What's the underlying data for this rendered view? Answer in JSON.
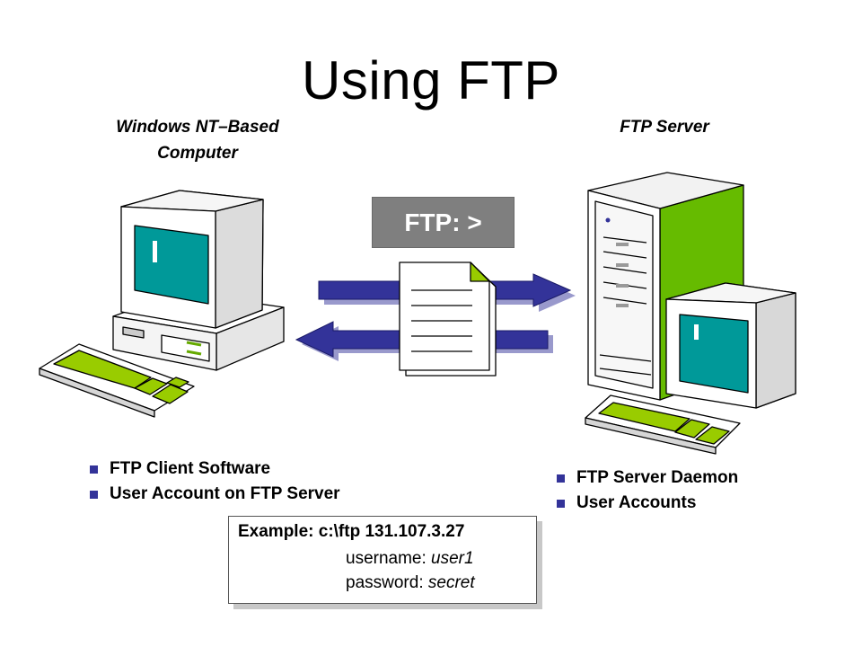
{
  "title": "Using FTP",
  "left_caption": {
    "line1": "Windows NT–Based",
    "line2": "Computer"
  },
  "right_caption": "FTP Server",
  "ftp_prompt": "FTP: >",
  "left_bullets": [
    "FTP Client Software",
    "User Account on FTP Server"
  ],
  "right_bullets": [
    "FTP Server Daemon",
    "User Accounts"
  ],
  "example": {
    "line1": "Example: c:\\ftp 131.107.3.27",
    "username_label": "username: ",
    "username_value": "user1",
    "password_label": "password: ",
    "password_value": "secret"
  },
  "colors": {
    "screen": "#009999",
    "keyboard_keys": "#99cc00",
    "server_side": "#66bb00",
    "arrow": "#333399",
    "arrow_shadow": "#9999cc",
    "prompt_box": "#7f7f7f",
    "bullet": "#333399"
  },
  "icons": [
    "client-computer-icon",
    "server-computer-icon",
    "document-icon",
    "arrow-right-icon",
    "arrow-left-icon"
  ]
}
